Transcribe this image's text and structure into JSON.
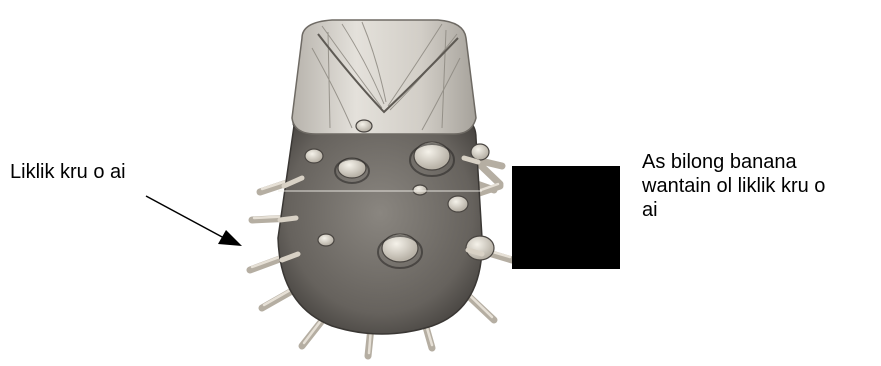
{
  "labels": {
    "left": "Liklik kru o ai",
    "right_lines": [
      "As bilong banana",
      "wantain ol liklik kru o",
      "ai"
    ]
  },
  "colors": {
    "background": "#ffffff",
    "text": "#000000",
    "redaction": "#000000",
    "sheath": "#d9d6d0",
    "sheath_shadow": "#9a968f",
    "corm": "#6f6b66",
    "corm_dark": "#3e3b38",
    "bud": "#e9e4da",
    "root": "#cfc8bc"
  },
  "icons": {
    "figure": "banana-corm-drawing-icon",
    "pointer": "arrow-icon"
  }
}
